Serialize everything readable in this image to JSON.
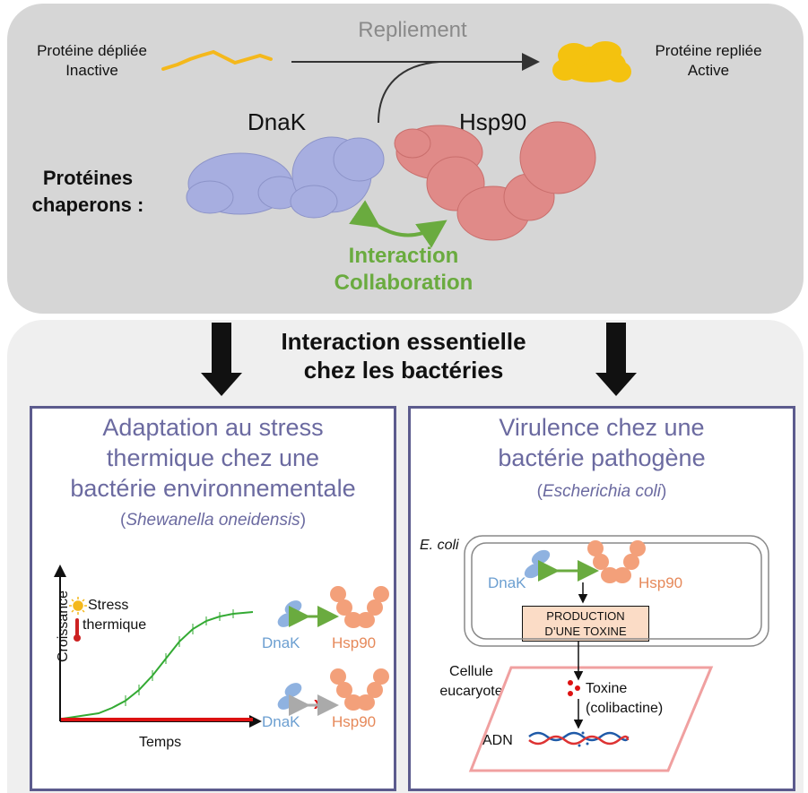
{
  "top": {
    "unfolded_line1": "Protéine dépliée",
    "unfolded_line2": "Inactive",
    "refolding": "Repliement",
    "folded_line1": "Protéine repliée",
    "folded_line2": "Active",
    "dnak": "DnaK",
    "hsp90": "Hsp90",
    "chaperones_line1": "Protéines",
    "chaperones_line2": "chaperons :",
    "interaction": "Interaction",
    "collaboration": "Collaboration"
  },
  "middle": {
    "line1": "Interaction essentielle",
    "line2": "chez les bactéries"
  },
  "left_panel": {
    "title_line1": "Adaptation au stress",
    "title_line2": "thermique chez une",
    "title_line3": "bactérie environnementale",
    "species": "Shewanella oneidensis",
    "ylabel": "Croissance",
    "xlabel": "Temps",
    "stress_line1": "Stress",
    "stress_line2": "thermique",
    "dnak": "DnaK",
    "hsp90": "Hsp90",
    "cross": "x"
  },
  "right_panel": {
    "title_line1": "Virulence chez une",
    "title_line2": "bactérie pathogène",
    "species": "Escherichia coli",
    "ecoli": "E. coli",
    "dnak": "DnaK",
    "hsp90": "Hsp90",
    "production_line1": "PRODUCTION",
    "production_line2": "D’UNE TOXINE",
    "cell_line1": "Cellule",
    "cell_line2": "eucaryote",
    "toxin_line1": "Toxine",
    "toxin_line2": "(colibactine)",
    "adn": "ADN"
  },
  "colors": {
    "dnak_protein": "#a7aee0",
    "hsp90_protein": "#e08a88",
    "unfolded": "#f4b81c",
    "folded": "#f4c20f",
    "green": "#6aab3f",
    "panel_border": "#5c5b8d",
    "curve_green": "#33aa33",
    "curve_red": "#dd1111"
  }
}
